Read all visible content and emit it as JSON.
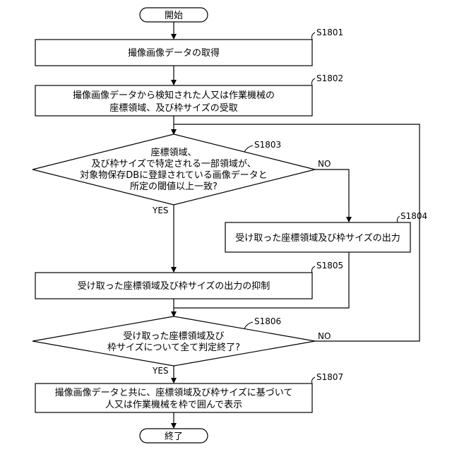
{
  "start": {
    "label": "開始"
  },
  "end": {
    "label": "終了"
  },
  "steps": [
    {
      "id": "S1801",
      "lines": [
        "撮像画像データの取得"
      ]
    },
    {
      "id": "S1802",
      "lines": [
        "撮像画像データから検知された人又は作業機械の",
        "座標領域、及び枠サイズの受取"
      ]
    },
    {
      "id": "S1803",
      "lines": [
        "座標領域、",
        "及び枠サイズで特定される一部領域が、",
        "対象物保存DBに登録されている画像データと",
        "所定の閾値以上一致?"
      ]
    },
    {
      "id": "S1804",
      "lines": [
        "受け取った座標領域及び枠サイズの出力"
      ]
    },
    {
      "id": "S1805",
      "lines": [
        "受け取った座標領域及び枠サイズの出力の抑制"
      ]
    },
    {
      "id": "S1806",
      "lines": [
        "受け取った座標領域及び",
        "枠サイズについて全て判定終了?"
      ]
    },
    {
      "id": "S1807",
      "lines": [
        "撮像画像データと共に、座標領域及び枠サイズに基づいて",
        "人又は作業機械を枠で囲んで表示"
      ]
    }
  ],
  "branches": {
    "s1803_yes": "YES",
    "s1803_no": "NO",
    "s1806_yes": "YES",
    "s1806_no": "NO"
  }
}
